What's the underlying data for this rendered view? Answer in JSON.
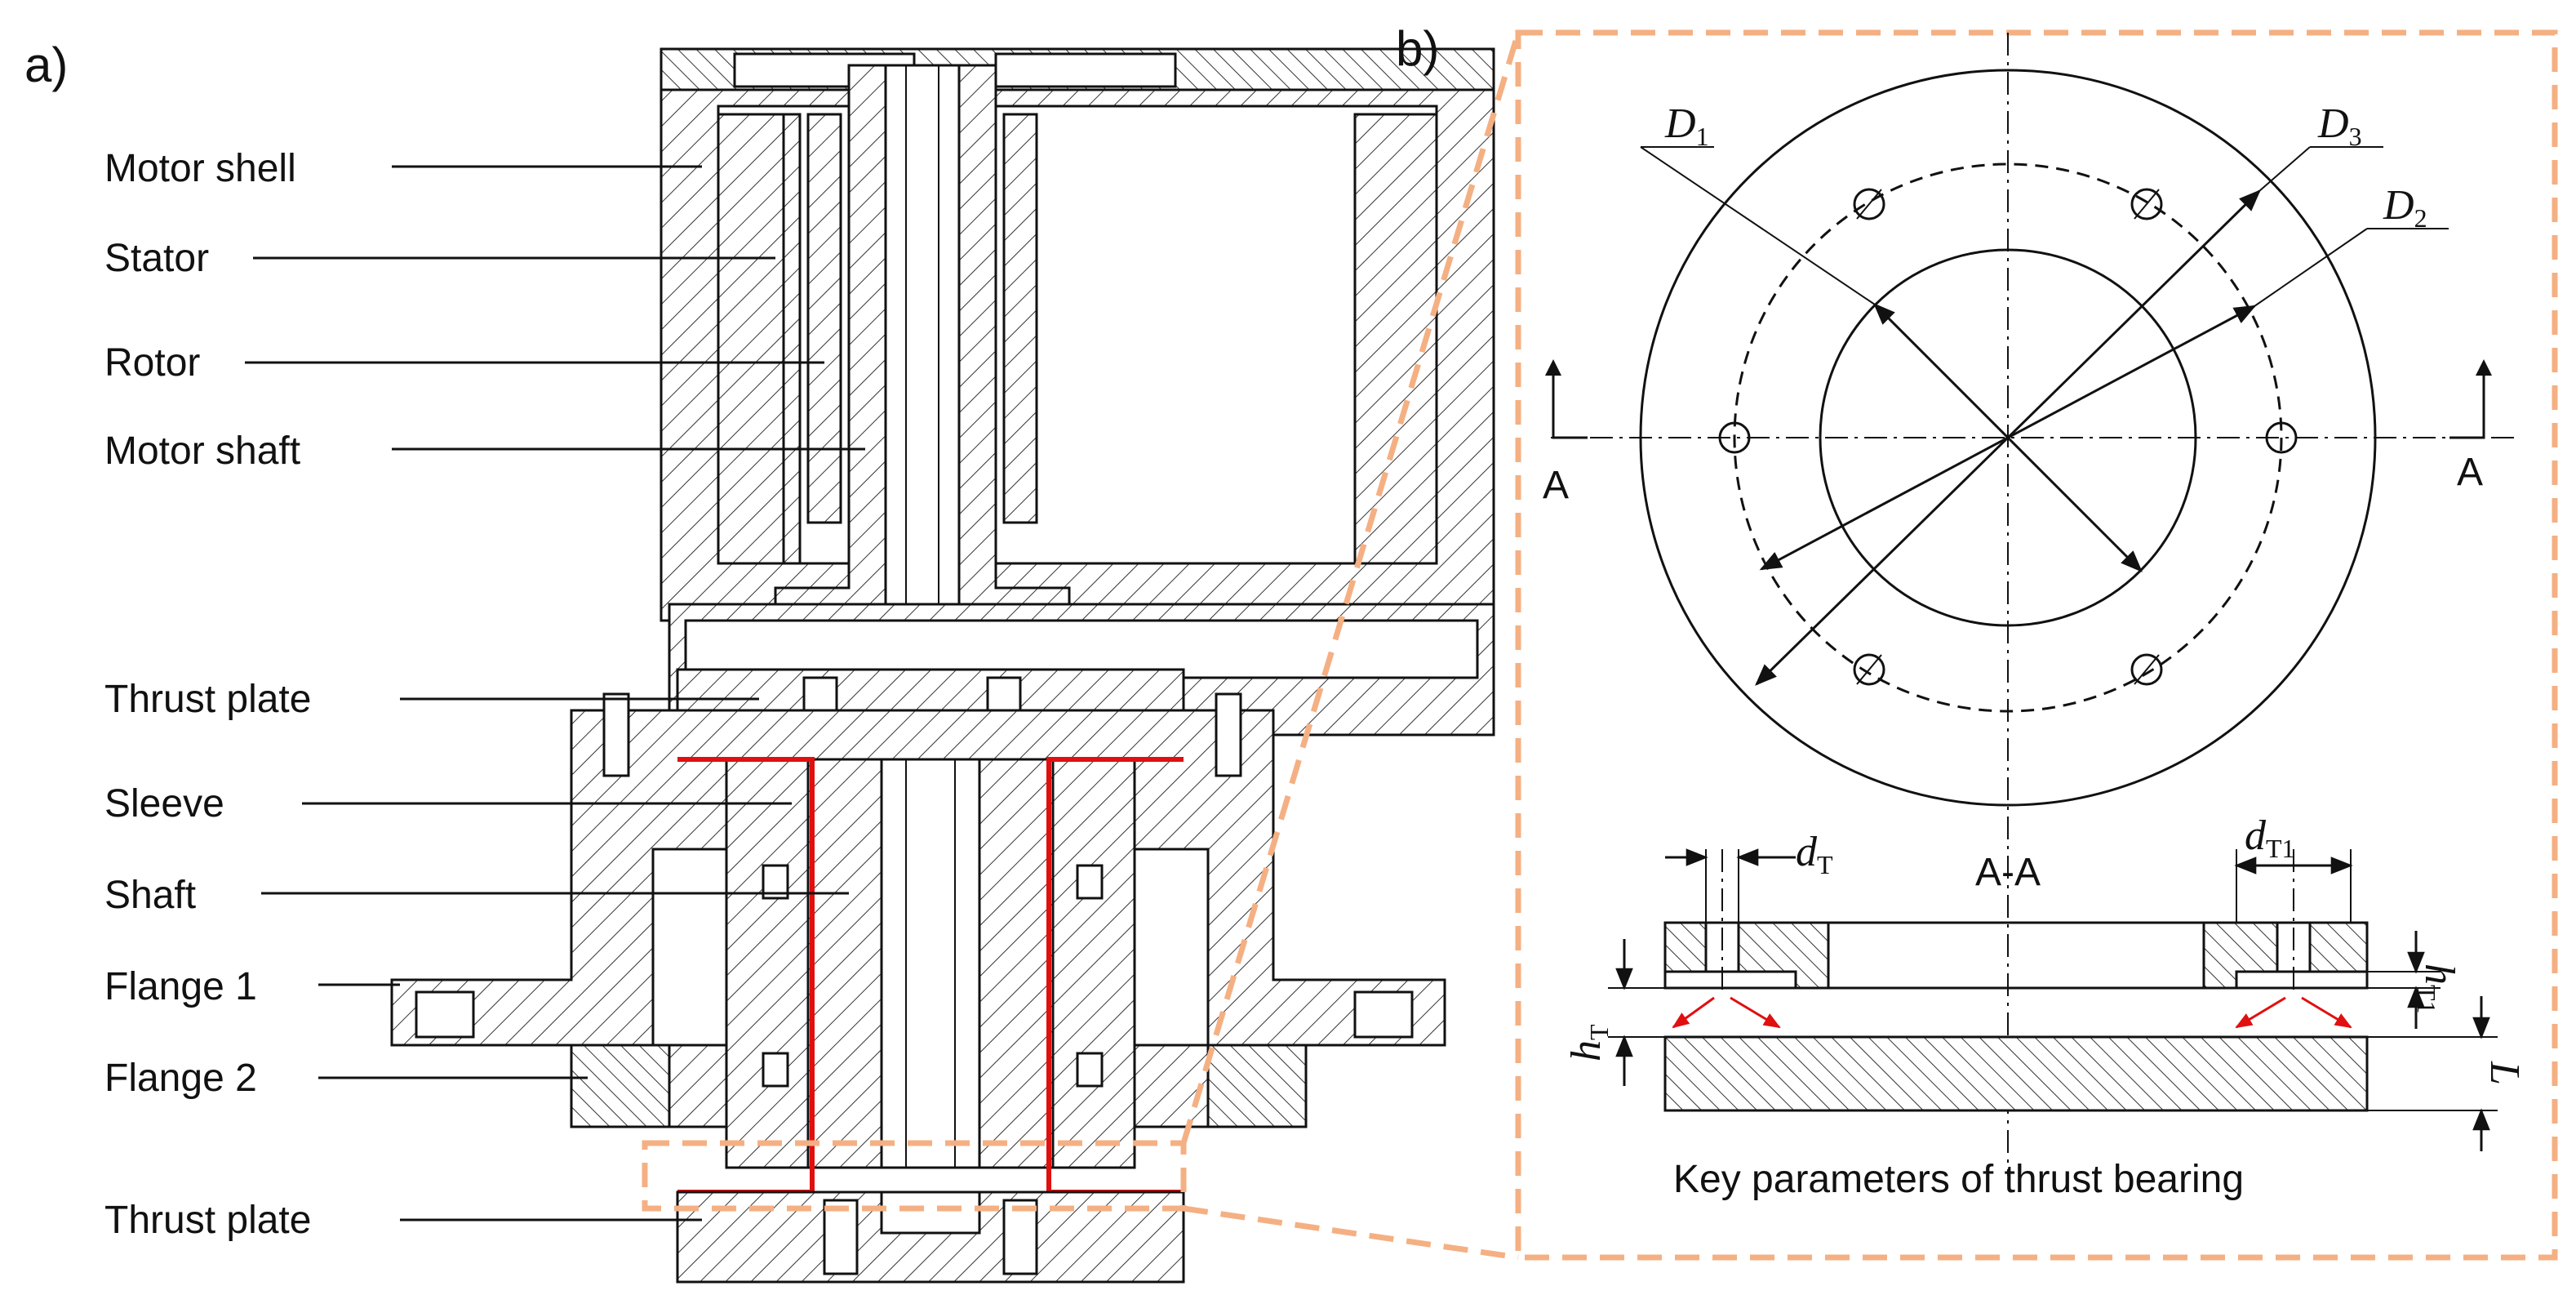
{
  "panel_a": {
    "tag": "a)",
    "labels": {
      "motor_shell": "Motor shell",
      "stator": "Stator",
      "rotor": "Rotor",
      "motor_shaft": "Motor shaft",
      "thrust_plate_top": "Thrust plate",
      "sleeve": "Sleeve",
      "shaft": "Shaft",
      "flange_1": "Flange 1",
      "flange_2": "Flange 2",
      "thrust_plate_bottom": "Thrust plate"
    }
  },
  "panel_b": {
    "tag": "b)",
    "section_mark_left": "A",
    "section_mark_right": "A",
    "section_title": "A-A",
    "caption": "Key parameters of thrust bearing",
    "dims": {
      "d1": {
        "sym": "D",
        "sub": "1"
      },
      "d2": {
        "sym": "D",
        "sub": "2"
      },
      "d3": {
        "sym": "D",
        "sub": "3"
      },
      "dT": {
        "sym": "d",
        "sub": "T"
      },
      "dT1": {
        "sym": "d",
        "sub": "T1"
      },
      "hT": {
        "sym": "h",
        "sub": "T"
      },
      "hT1": {
        "sym": "h",
        "sub": "T1"
      },
      "L": {
        "sym": "L",
        "sub": ""
      }
    }
  },
  "colors": {
    "callout": "#f4b083",
    "gas_film": "#e01010",
    "ink": "#111111"
  }
}
